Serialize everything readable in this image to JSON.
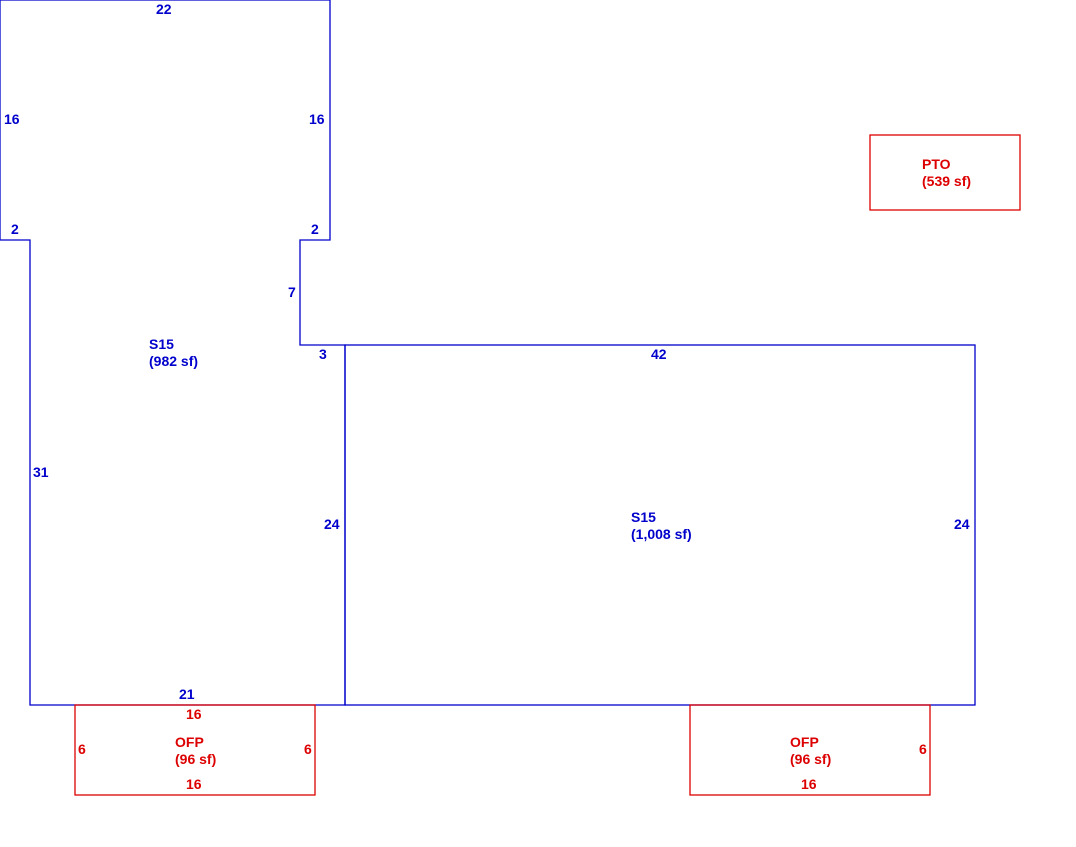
{
  "colors": {
    "main": "#0000CC",
    "porch": "#DD0000"
  },
  "areas": {
    "s15_left": {
      "code": "S15",
      "size": "(982 sf)"
    },
    "s15_right": {
      "code": "S15",
      "size": "(1,008 sf)"
    },
    "ofp_left": {
      "code": "OFP",
      "size": "(96 sf)"
    },
    "ofp_right": {
      "code": "OFP",
      "size": "(96 sf)"
    },
    "pto": {
      "code": "PTO",
      "size": "(539 sf)"
    }
  },
  "dims": {
    "left_top": "22",
    "left_side_left": "16",
    "left_side_right": "16",
    "left_step_left": "2",
    "left_step_right": "2",
    "left_notch": "7",
    "left_notch_bottom": "3",
    "left_long": "31",
    "left_bottom": "21",
    "shared_wall": "24",
    "right_top": "42",
    "right_side": "24",
    "ofp_left_top": "16",
    "ofp_left_left": "6",
    "ofp_left_right": "6",
    "ofp_left_bottom": "16",
    "ofp_right_side": "6",
    "ofp_right_bottom": "16"
  }
}
